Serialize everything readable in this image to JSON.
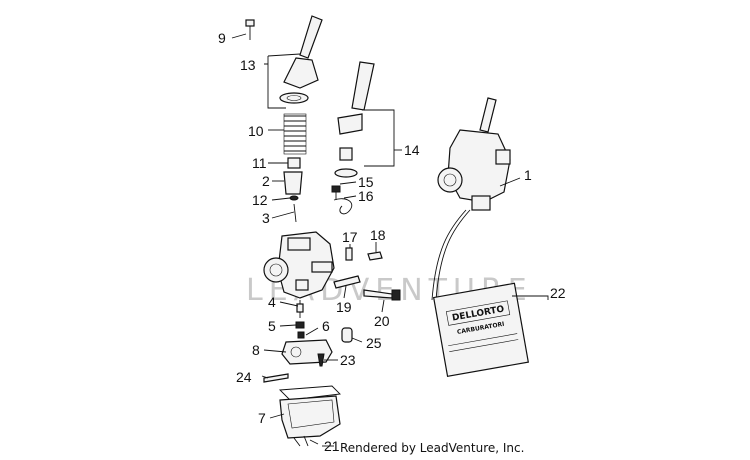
{
  "watermark": "LEADVENTURE",
  "credit": "Rendered by LeadVenture, Inc.",
  "bag": {
    "brand": "DELLORTO",
    "label": "CARBURATORI"
  },
  "callouts": [
    "1",
    "2",
    "3",
    "4",
    "5",
    "6",
    "7",
    "8",
    "9",
    "10",
    "11",
    "12",
    "13",
    "14",
    "15",
    "16",
    "17",
    "18",
    "19",
    "20",
    "21",
    "22",
    "23",
    "24",
    "25"
  ]
}
